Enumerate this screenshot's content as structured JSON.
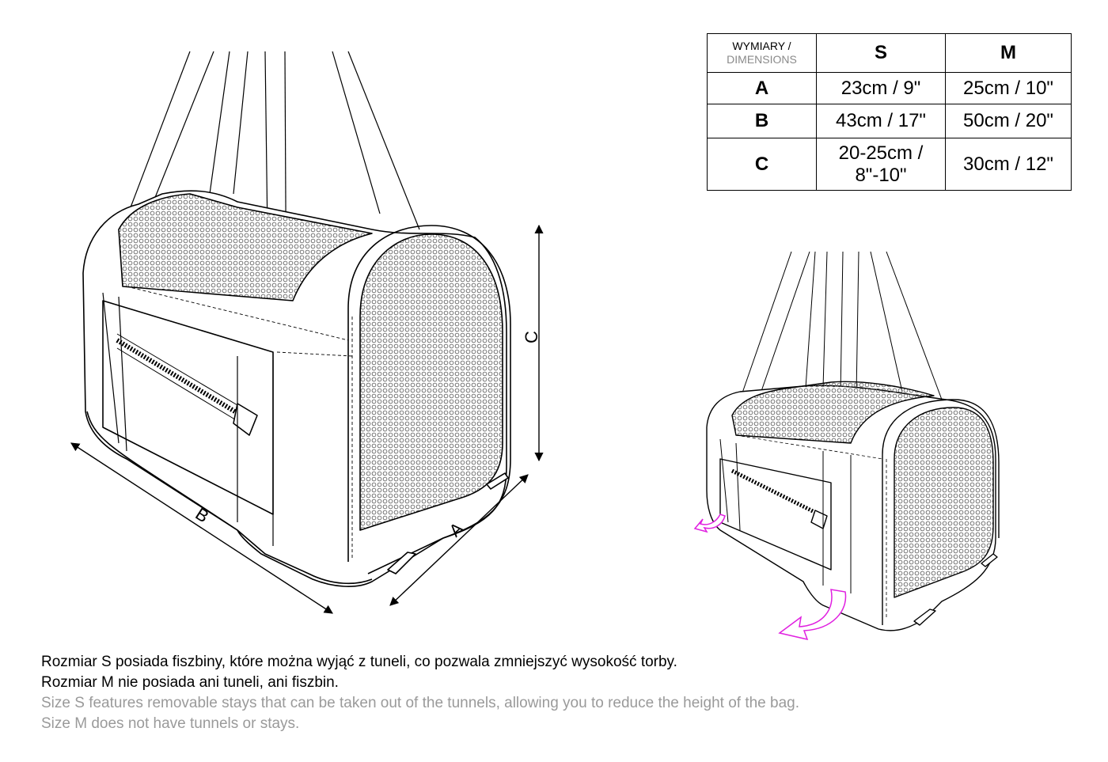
{
  "table": {
    "header_label_pl": "WYMIARY /",
    "header_label_en": "DIMENSIONS",
    "sizes": [
      "S",
      "M"
    ],
    "rows": [
      {
        "key": "A",
        "s": "23cm / 9\"",
        "m": "25cm / 10\""
      },
      {
        "key": "B",
        "s": "43cm / 17\"",
        "m": "50cm / 20\""
      },
      {
        "key": "C",
        "s_line1": "20-25cm /",
        "s_line2": "8\"-10\"",
        "m": "30cm / 12\""
      }
    ]
  },
  "diagram": {
    "label_a": "A",
    "label_b": "B",
    "label_c": "C",
    "arrow_color": "#e020e0",
    "line_color": "#000000"
  },
  "notes": {
    "pl_line1": "Rozmiar S posiada fiszbiny, które można wyjąć z tuneli, co pozwala zmniejszyć wysokość torby.",
    "pl_line2": "Rozmiar M nie posiada ani tuneli, ani fiszbin.",
    "en_line1": "Size S features removable stays that can be taken out of the tunnels, allowing you to reduce the height of the bag.",
    "en_line2": "Size M does not have tunnels or stays."
  }
}
